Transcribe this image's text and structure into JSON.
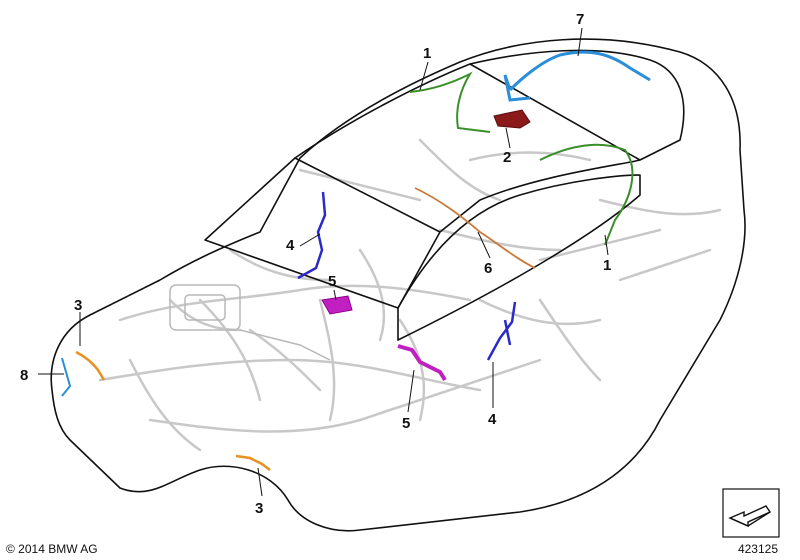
{
  "diagram": {
    "callouts": [
      {
        "id": "1a",
        "label": "1"
      },
      {
        "id": "1b",
        "label": "1"
      },
      {
        "id": "2",
        "label": "2"
      },
      {
        "id": "3a",
        "label": "3"
      },
      {
        "id": "3b",
        "label": "3"
      },
      {
        "id": "4a",
        "label": "4"
      },
      {
        "id": "4b",
        "label": "4"
      },
      {
        "id": "5a",
        "label": "5"
      },
      {
        "id": "5b",
        "label": "5"
      },
      {
        "id": "6",
        "label": "6"
      },
      {
        "id": "7",
        "label": "7"
      },
      {
        "id": "8",
        "label": "8"
      }
    ],
    "colors": {
      "outline": "#111111",
      "harness_gray": "#c8c8c8",
      "green": "#3a8f2a",
      "dark_red": "#8b1a1a",
      "blue": "#2a2ac8",
      "light_blue": "#2a8fd8",
      "magenta": "#c020c0",
      "orange": "#e89020",
      "copper": "#c87a3a"
    }
  },
  "footer": {
    "copyright": "© 2014 BMW AG",
    "image_number": "423125"
  },
  "nav_icon": "arrow-nav-icon"
}
